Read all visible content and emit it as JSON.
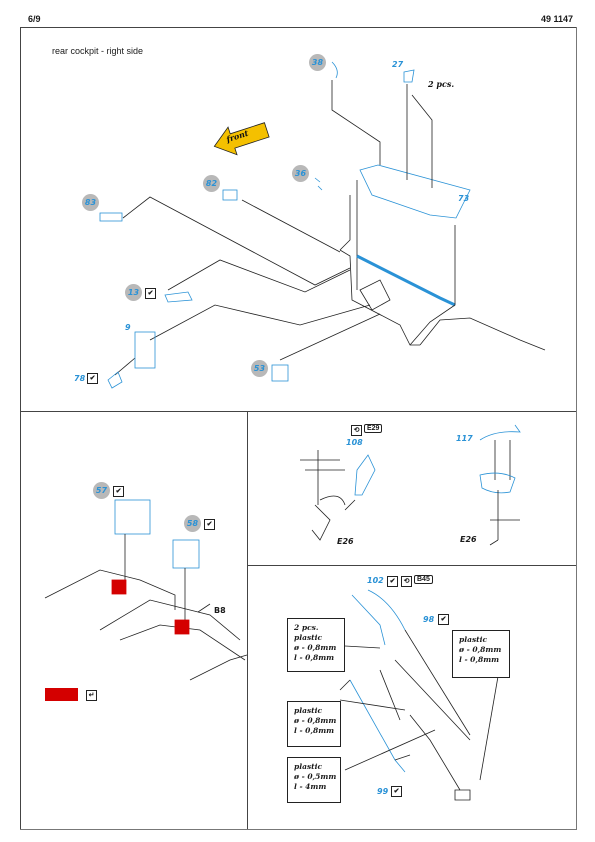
{
  "header": {
    "page": "6/9",
    "code": "49 1147"
  },
  "top": {
    "subtitle": "rear cockpit -  right side",
    "direction": "front",
    "pieces_note": "2 pcs.",
    "parts": [
      "38",
      "27",
      "36",
      "82",
      "83",
      "73",
      "13",
      "9",
      "78",
      "53"
    ]
  },
  "left_panel": {
    "parts": [
      "57",
      "58"
    ],
    "label": "B8"
  },
  "right_top_panel": {
    "parts": [
      "108",
      "117"
    ],
    "ref": "E29",
    "labels": [
      "E26",
      "E26"
    ]
  },
  "right_bottom_panel": {
    "parts": [
      "102",
      "98",
      "99"
    ],
    "ref": "B45",
    "notes": [
      {
        "lines": [
          "2 pcs.",
          "plastic",
          "ø - 0,8mm",
          "l - 0,8mm"
        ]
      },
      {
        "lines": [
          "plastic",
          "ø - 0,8mm",
          "l - 0,8mm"
        ]
      },
      {
        "lines": [
          "plastic",
          "ø - 0,8mm",
          "l - 0,8mm"
        ]
      },
      {
        "lines": [
          "plastic",
          "ø - 0,5mm",
          "l - 4mm"
        ]
      }
    ]
  },
  "colors": {
    "part_blue": "#2a92d6",
    "badge_gray": "#b8b8b8",
    "paint_red": "#d40000",
    "arrow_yellow": "#f4c000",
    "fill_cyan": "#7fd0e8"
  }
}
